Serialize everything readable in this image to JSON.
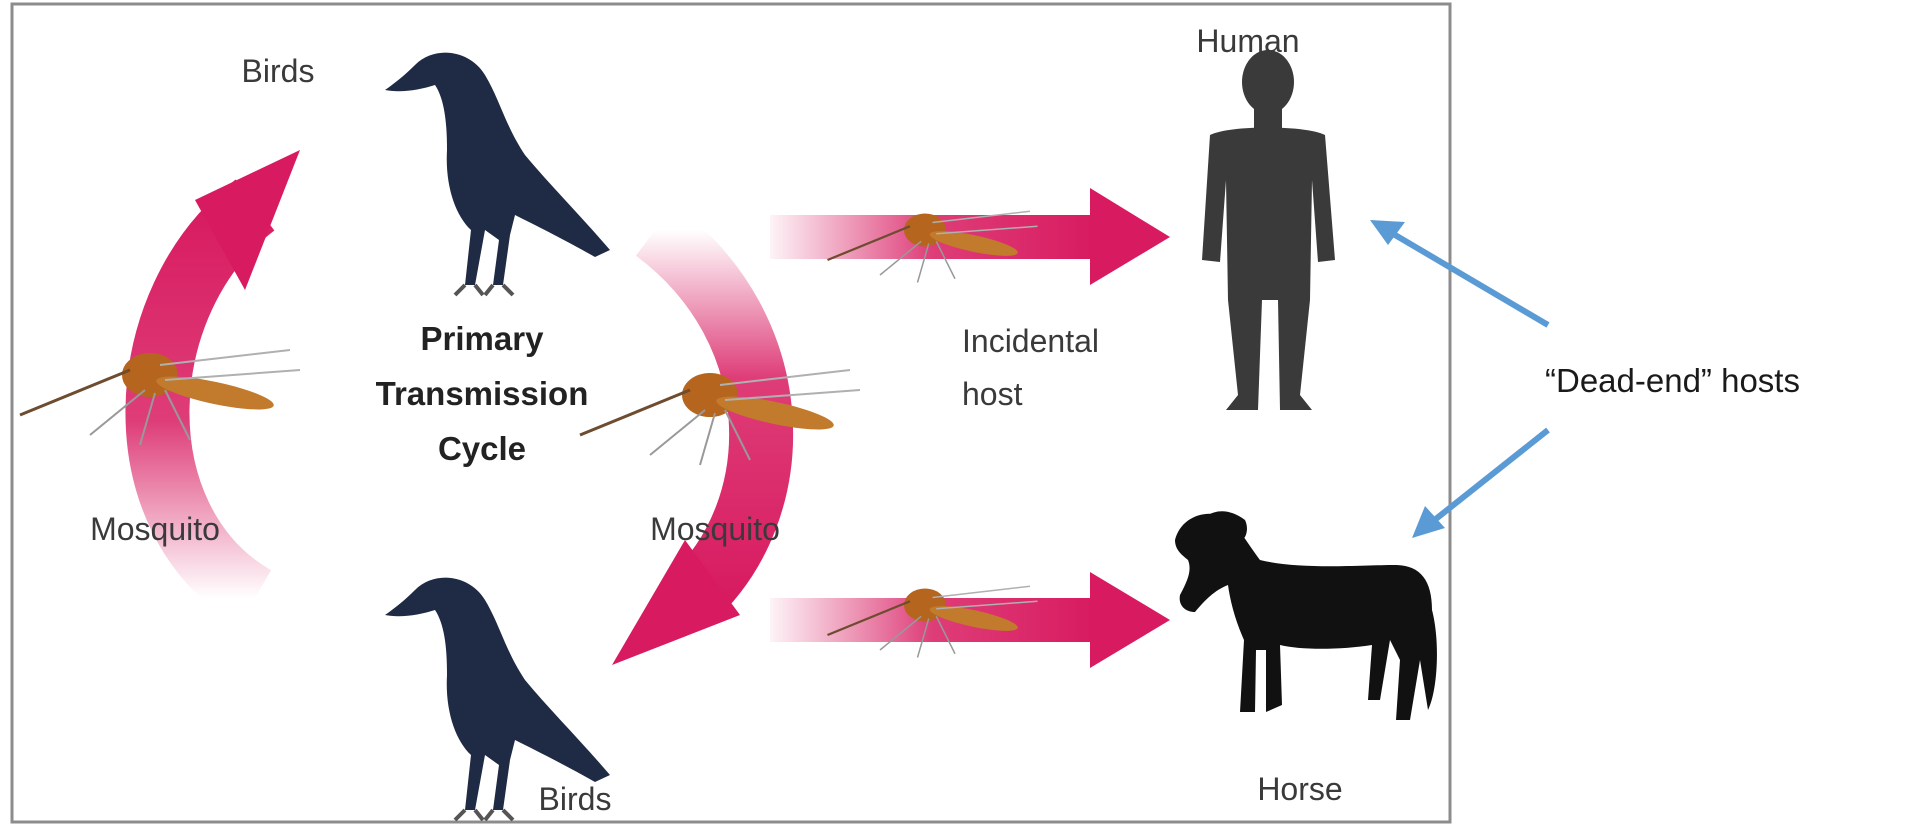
{
  "labels": {
    "birds_top": "Birds",
    "birds_bottom": "Birds",
    "human": "Human",
    "horse": "Horse",
    "mosquito_left": "Mosquito",
    "mosquito_center": "Mosquito",
    "incidental_line1": "Incidental",
    "incidental_line2": "host",
    "cycle_line1": "Primary",
    "cycle_line2": "Transmission",
    "cycle_line3": "Cycle",
    "callout": "“Dead-end” hosts"
  },
  "colors": {
    "cycle_arrow": "#d81b60",
    "callout_arrow": "#5b9bd5",
    "frame": "#888888",
    "silhouette": "#3a3a3a",
    "horse": "#111111",
    "crow": "#1f2a44"
  },
  "icons": [
    "crow-icon",
    "mosquito-icon",
    "human-silhouette-icon",
    "horse-silhouette-icon"
  ]
}
